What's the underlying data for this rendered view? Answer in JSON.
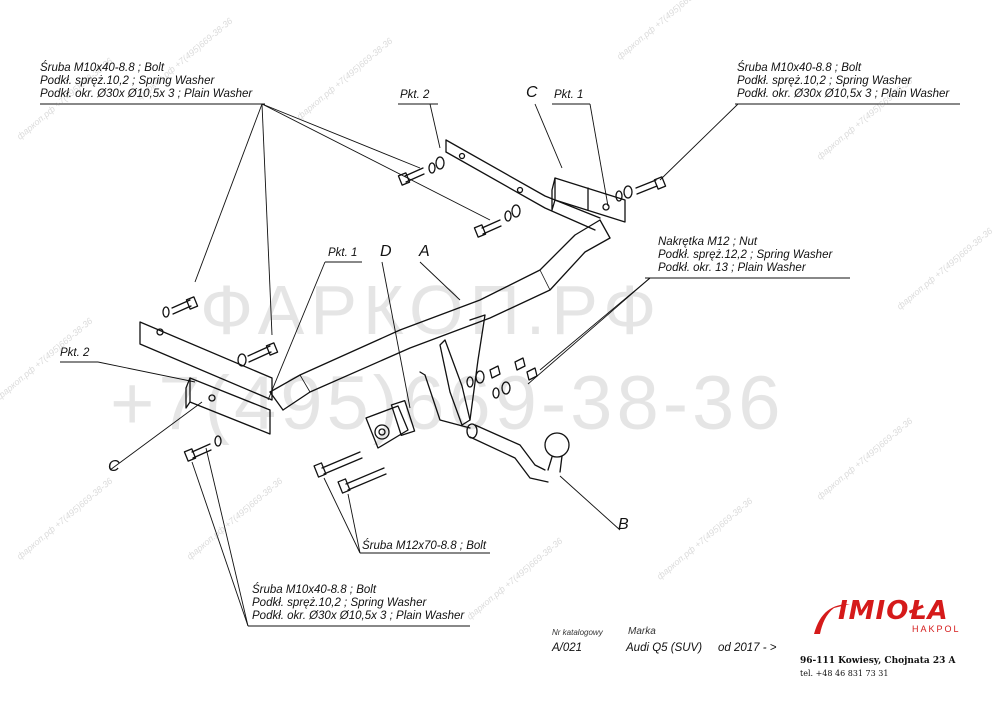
{
  "watermark": {
    "brand": "ФАРКОП.РФ",
    "phone": "+7(495)669-38-36",
    "small": "фаркоп.рф +7(495)669-38-36"
  },
  "callouts": {
    "top_left": {
      "line1": "Śruba M10x40-8.8 ;  Bolt",
      "line2": "Podkł. spręż.10,2 ; Spring Washer",
      "line3": "Podkł. okr.  Ø30x Ø10,5x 3 ; Plain Washer"
    },
    "top_right": {
      "line1": "Śruba M10x40-8.8 ;  Bolt",
      "line2": "Podkł. spręż.10,2 ; Spring Washer",
      "line3": "Podkł. okr.  Ø30x Ø10,5x 3 ; Plain Washer"
    },
    "nut": {
      "line1": "Nakrętka  M12 ; Nut",
      "line2": "Podkł. spręż.12,2 ; Spring Washer",
      "line3": "Podkł. okr. 13 ; Plain Washer"
    },
    "bolt_m12": "Śruba M12x70-8.8 ;  Bolt",
    "bottom": {
      "line1": "Śruba M10x40-8.8 ;  Bolt",
      "line2": "Podkł. spręż.10,2 ; Spring Washer",
      "line3": "Podkł. okr.  Ø30x Ø10,5x 3 ; Plain Washer"
    }
  },
  "markers": {
    "pkt2_top": "Pkt. 2",
    "pkt1_top": "Pkt. 1",
    "c_top": "C",
    "pkt1_left": "Pkt. 1",
    "d": "D",
    "a": "A",
    "pkt2_left": "Pkt. 2",
    "c_left": "C",
    "b": "B"
  },
  "footer": {
    "catalog_label": "Nr katalogowy",
    "catalog_value": "A/021",
    "brand_label": "Marka",
    "brand_value": "Audi Q5 (SUV)",
    "year_value": "od 2017 - >",
    "company": "IMIOŁA",
    "company_sub": "HAKPOL",
    "address": "96-111 Kowiesy, Chojnata 23 A",
    "tel": "tel. +48 46 831 73 31"
  },
  "colors": {
    "line": "#111111",
    "logo_red": "#d51a1a",
    "watermark": "#cccccc"
  }
}
